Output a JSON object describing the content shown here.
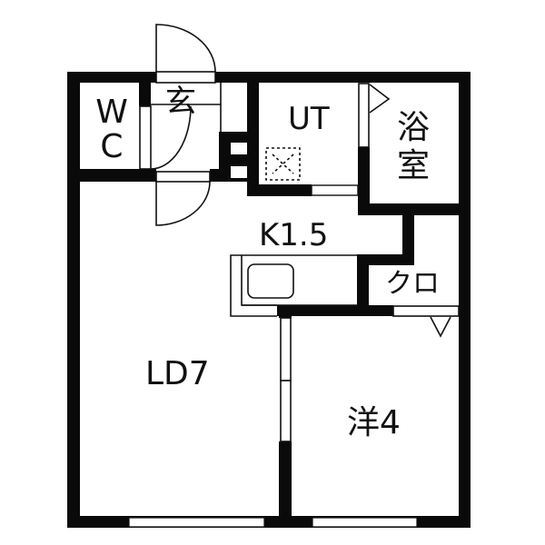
{
  "floorplan": {
    "colors": {
      "wall": "#0a0a0a",
      "background": "#ffffff",
      "line": "#111111"
    },
    "rooms": {
      "wc": {
        "line1": "W",
        "line2": "C"
      },
      "entrance": {
        "label": "玄"
      },
      "utility": {
        "label": "UT"
      },
      "bath": {
        "line1": "浴",
        "line2": "室"
      },
      "kitchen": {
        "label": "K1.5"
      },
      "closet": {
        "label": "クロ"
      },
      "living_dining": {
        "label": "LD7"
      },
      "western_room": {
        "label": "洋4"
      }
    },
    "fixtures": [
      "entrance-door",
      "wc-door",
      "living-door",
      "bath-door",
      "sink",
      "washer-space",
      "closet-door",
      "sliding-door",
      "window-ld",
      "window-western"
    ]
  }
}
